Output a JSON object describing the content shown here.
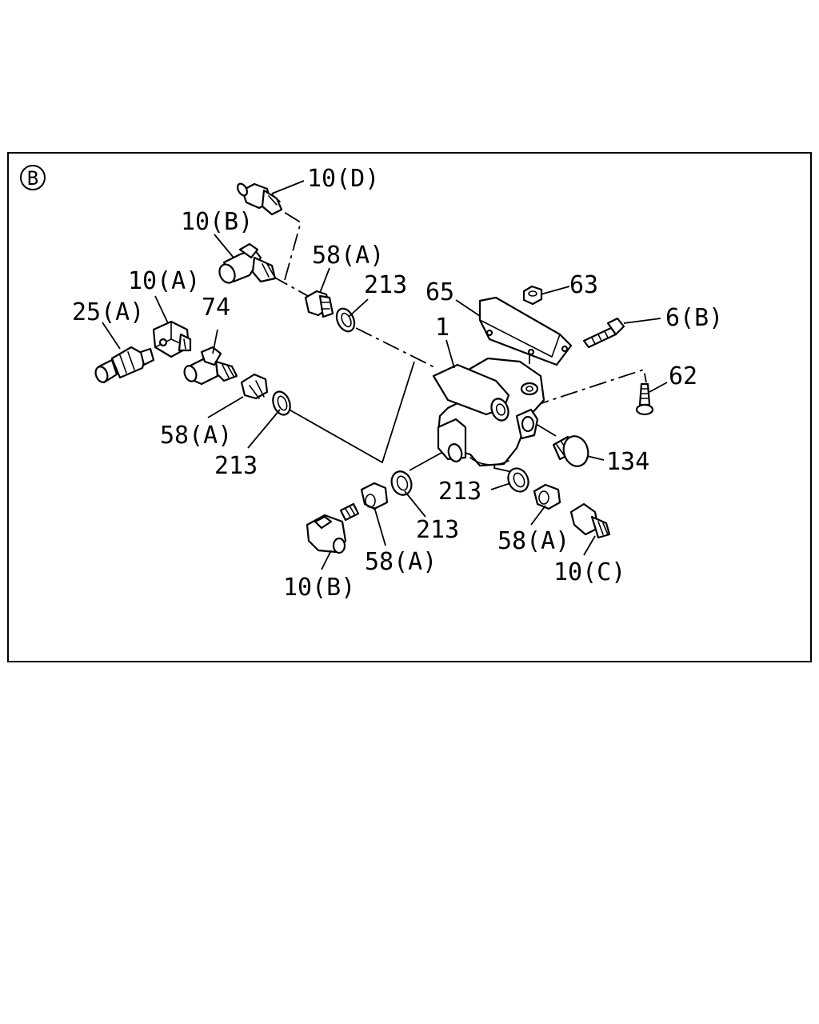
{
  "diagram": {
    "view_marker": "B",
    "labels": {
      "p10d": "10(D)",
      "p10b_top": "10(B)",
      "p58a_top": "58(A)",
      "p213_top": "213",
      "p65": "65",
      "p63": "63",
      "p10a": "10(A)",
      "p25a": "25(A)",
      "p74": "74",
      "p1": "1",
      "p6b": "6(B)",
      "p62": "62",
      "p58a_left": "58(A)",
      "p213_left": "213",
      "p134": "134",
      "p213_right": "213",
      "p213_bottom": "213",
      "p58a_right": "58(A)",
      "p58a_bottom": "58(A)",
      "p10b_bottom": "10(B)",
      "p10c": "10(C)"
    }
  }
}
